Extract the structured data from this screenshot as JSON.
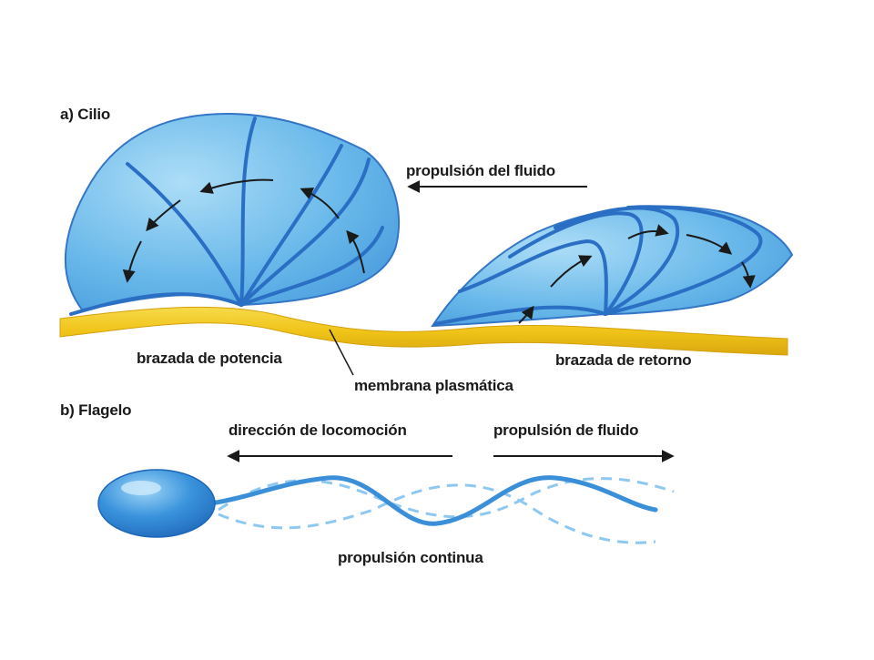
{
  "section_a": {
    "title": "a) Cilio",
    "label_fluid": "propulsión del fluido",
    "label_power": "brazada de potencia",
    "label_return": "brazada de retorno",
    "label_membrane": "membrana plasmática"
  },
  "section_b": {
    "title": "b) Flagelo",
    "label_direction": "dirección de locomoción",
    "label_fluid": "propulsión de fluido",
    "label_continuous": "propulsión continua"
  },
  "colors": {
    "cilium_fill": "#5eb2e8",
    "cilium_stroke": "#2a6fc4",
    "membrane": "#f0c419",
    "flagellum": "#3a8fd8",
    "flagellum_ghost": "#8ec8f0",
    "arrow": "#1a1a1a"
  }
}
